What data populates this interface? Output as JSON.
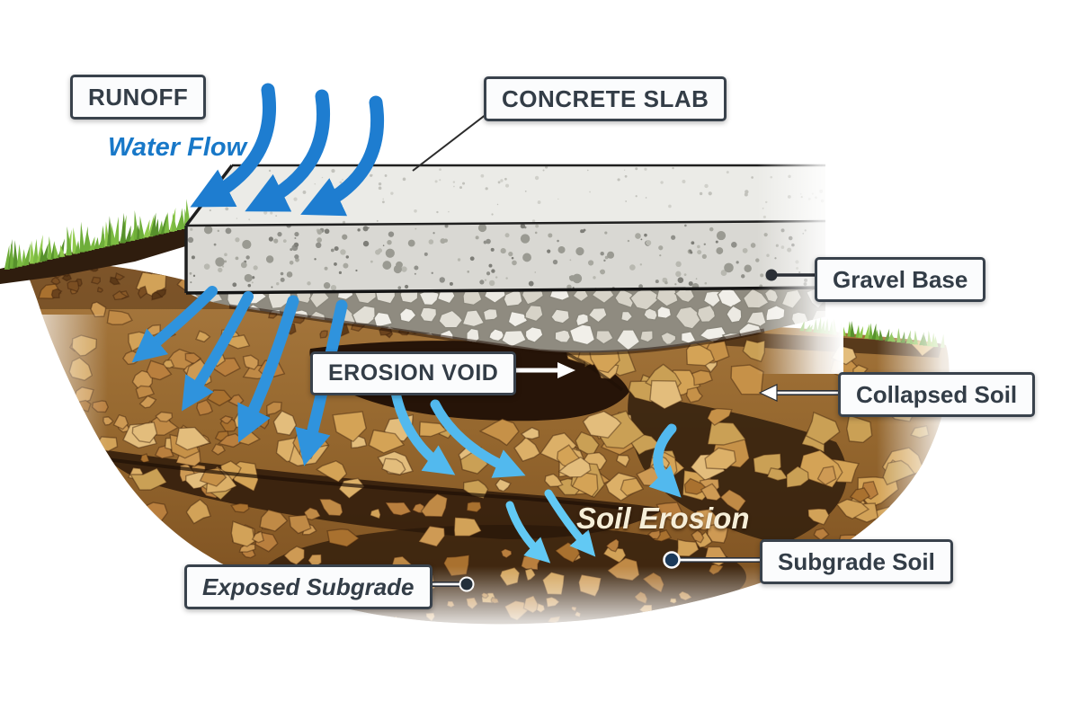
{
  "diagram": {
    "subject": "slab-erosion-cross-section",
    "labels": {
      "runoff": "RUNOFF",
      "concrete_slab": "CONCRETE SLAB",
      "water_flow": "Water Flow",
      "gravel_base": "Gravel Base",
      "erosion_void": "EROSION VOID",
      "collapsed_soil": "Collapsed Soil",
      "soil_erosion": "Soil Erosion",
      "subgrade_soil": "Subgrade Soil",
      "exposed_subgrade": "Exposed Subgrade"
    },
    "colors": {
      "arrow_blue_dark": "#1e7dd0",
      "arrow_blue_mid": "#2f93dd",
      "arrow_blue_light": "#52b9ee",
      "arrow_blue_pale": "#62c9f4",
      "label_border": "#39424c",
      "label_text": "#333d47",
      "label_background": "#fbfcfd",
      "water_flow_text": "#1878c8",
      "soil_erosion_text": "#f6eed8",
      "concrete": "#d9d8d3",
      "gravel_mortar": "#8f8b80",
      "soil_base": "#9c6c36",
      "void_dark": "#261408",
      "grass_green": "#7cb83e"
    }
  }
}
